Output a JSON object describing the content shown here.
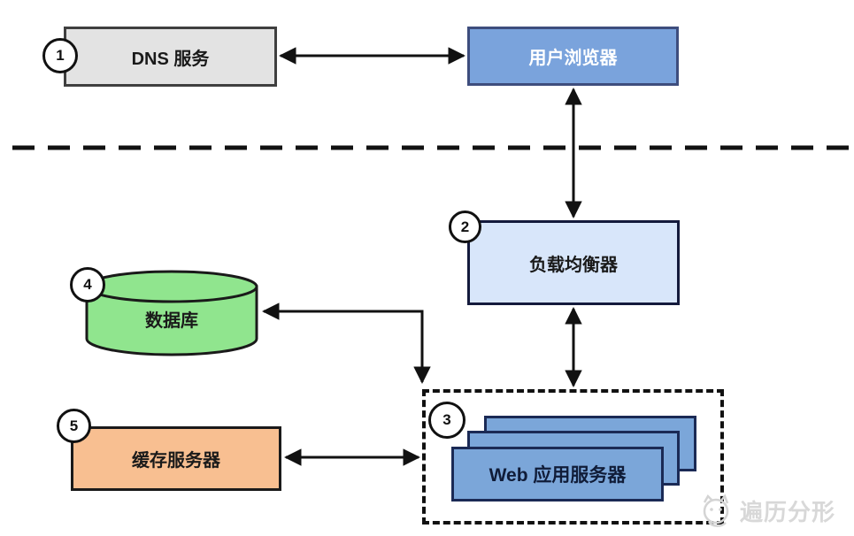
{
  "nodes": {
    "dns": {
      "badge": "1",
      "label": "DNS 服务"
    },
    "browser": {
      "label": "用户浏览器"
    },
    "load_balancer": {
      "badge": "2",
      "label": "负载均衡器"
    },
    "web_servers": {
      "badge": "3",
      "label": "Web 应用服务器"
    },
    "database": {
      "badge": "4",
      "label": "数据库"
    },
    "cache": {
      "badge": "5",
      "label": "缓存服务器"
    }
  },
  "connections": {
    "dns_browser": "bidirectional",
    "browser_load_balancer": "bidirectional",
    "load_balancer_web_servers": "bidirectional",
    "web_servers_database": "bidirectional",
    "web_servers_cache": "bidirectional"
  },
  "colors": {
    "dns_fill": "#e3e3e3",
    "browser_fill": "#7aa3dc",
    "browser_border": "#3e4d7d",
    "load_balancer_fill": "#d8e6fa",
    "load_balancer_border": "#141a3c",
    "database_fill": "#90e58e",
    "cache_fill": "#f8bf91",
    "web_server_fill": "#7ba6d9",
    "web_server_border": "#1b2a55",
    "connector": "#111111",
    "watermark": "#d8d8d8"
  },
  "watermark": {
    "text": "遍历分形"
  }
}
